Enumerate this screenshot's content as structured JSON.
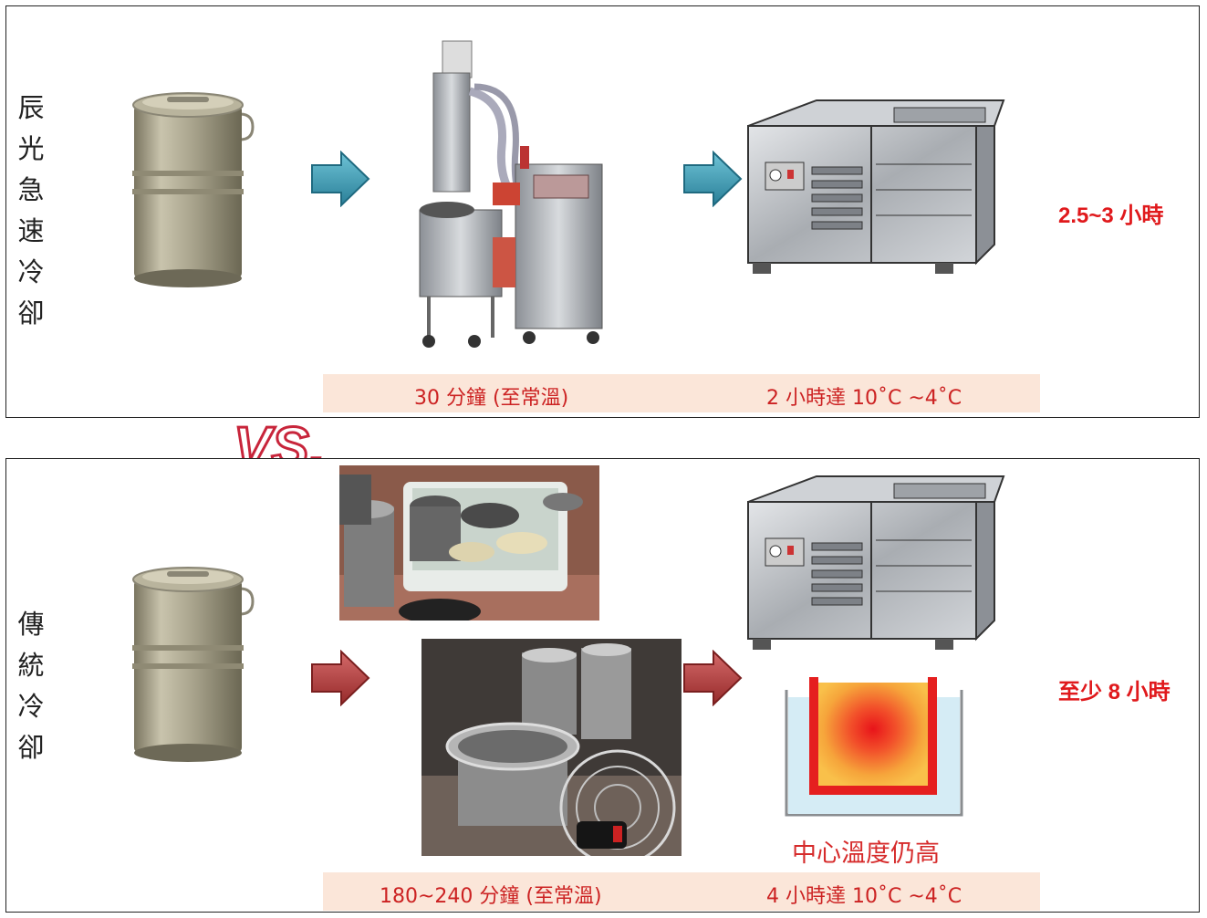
{
  "top": {
    "label_chars": [
      "辰",
      "光",
      "急",
      "速",
      "冷",
      "卻"
    ],
    "total_time": "2.5~3 小時",
    "bar_left": "30 分鐘 (至常溫)",
    "bar_right": "2 小時達 10˚C ~4˚C"
  },
  "vs_text": "VS.",
  "bottom": {
    "label_chars": [
      "傳",
      "統",
      "冷",
      "卻"
    ],
    "total_time": "至少 8 小時",
    "bar_left": "180~240 分鐘 (至常溫)",
    "bar_right": "4 小時達 10˚C ~4˚C",
    "diagram_caption": "中心溫度仍高"
  },
  "colors": {
    "arrow_teal": "#3a9bb5",
    "arrow_red": "#b53a3a",
    "highlight_red": "#e0191c",
    "bar_bg": "#fbe6d9"
  }
}
